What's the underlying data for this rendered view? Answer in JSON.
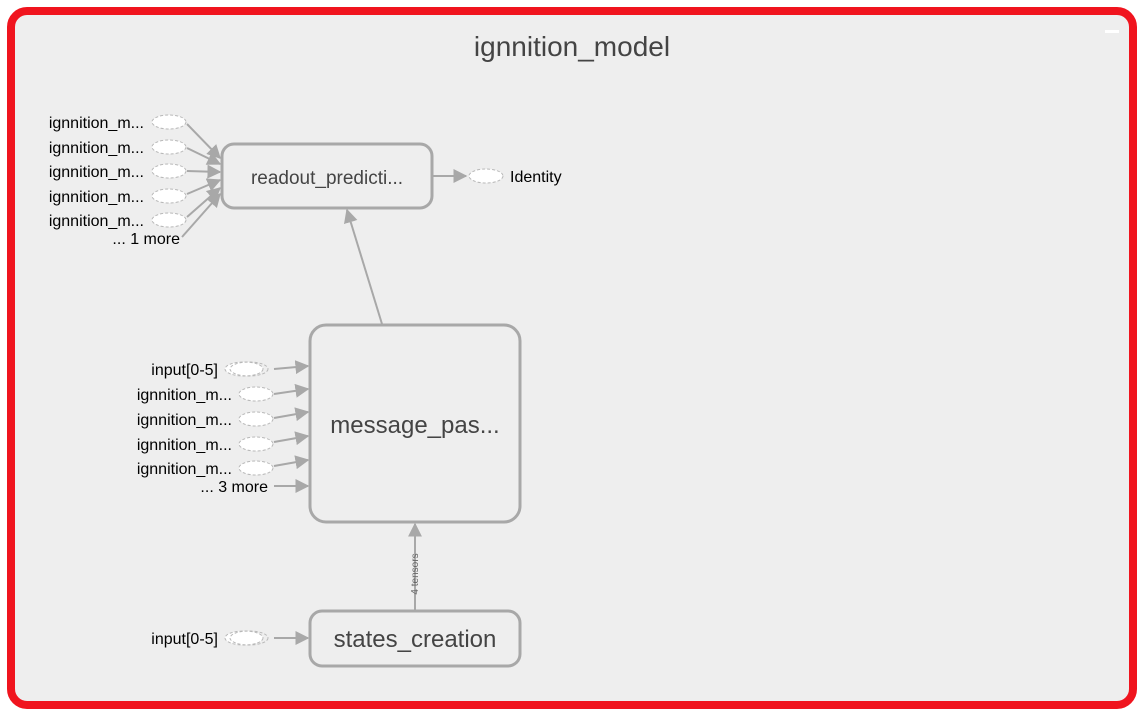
{
  "graph": {
    "title": "ignnition_model",
    "nodes": {
      "readout": "readout_predicti...",
      "message_passing": "message_pas...",
      "states_creation": "states_creation"
    },
    "readout_inputs": [
      "ignnition_m...",
      "ignnition_m...",
      "ignnition_m...",
      "ignnition_m...",
      "ignnition_m..."
    ],
    "readout_more": "... 1 more",
    "readout_output": "Identity",
    "message_inputs": [
      "input[0-5]",
      "ignnition_m...",
      "ignnition_m...",
      "ignnition_m...",
      "ignnition_m..."
    ],
    "message_more": "... 3 more",
    "states_input": "input[0-5]",
    "edge_label": "4 tensors"
  },
  "colors": {
    "frame": "#f0141e",
    "canvas": "#eeeeee",
    "node_stroke": "#a8a8a8",
    "edge": "#a8a8a8",
    "text": "#444444"
  }
}
